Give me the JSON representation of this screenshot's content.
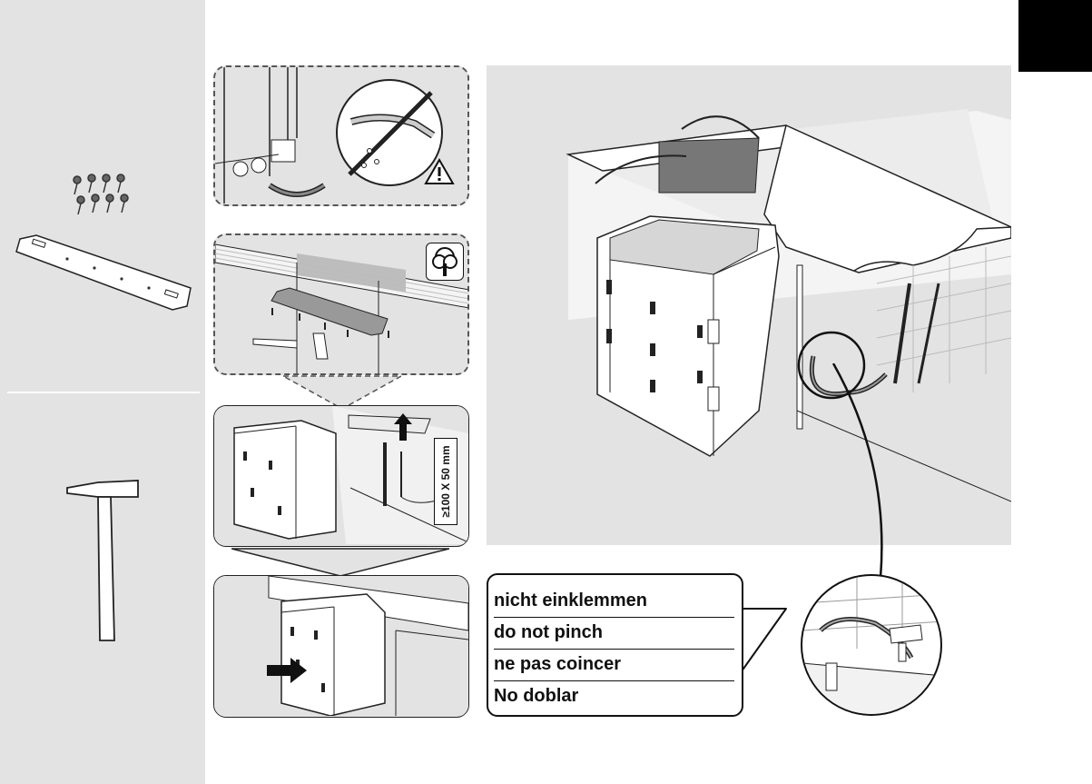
{
  "dimension_label": "≥100 X 50 mm",
  "warning_labels": [
    "nicht einklemmen",
    "do not pinch",
    "ne pas coincer",
    "No doblar"
  ],
  "icons": [
    "screws-icon",
    "mounting-strip-icon",
    "hammer-icon",
    "warning-triangle-icon",
    "tree-icon",
    "push-arrow-icon",
    "up-arrow-icon"
  ]
}
